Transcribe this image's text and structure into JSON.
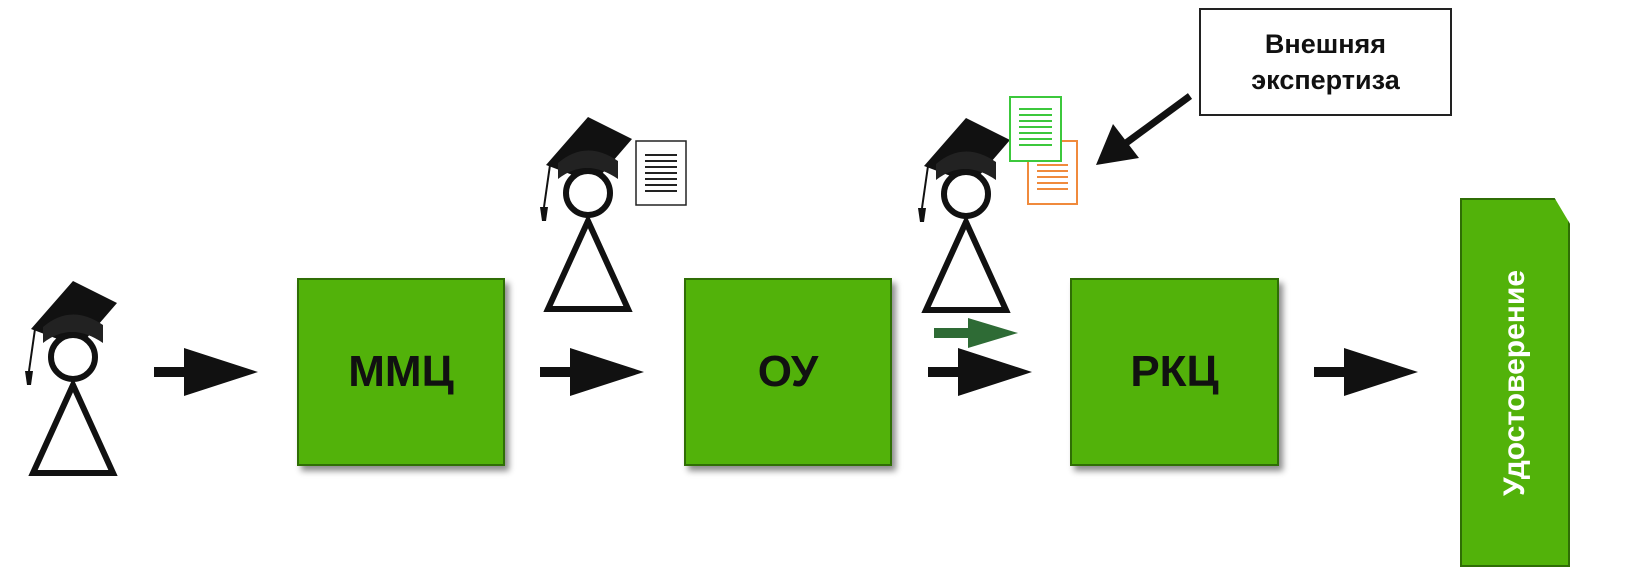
{
  "stages": [
    {
      "label": "ММЦ"
    },
    {
      "label": "ОУ"
    },
    {
      "label": "РКЦ"
    }
  ],
  "external_review": {
    "line1": "Внешняя",
    "line2": "экспертиза"
  },
  "certificate": {
    "label": "Удостоверение"
  },
  "colors": {
    "box_fill": "#52b20a",
    "box_border": "#2f6e05",
    "doc_green": "#3cc83c",
    "doc_orange": "#f08a3c",
    "small_arrow": "#2e6b35"
  }
}
